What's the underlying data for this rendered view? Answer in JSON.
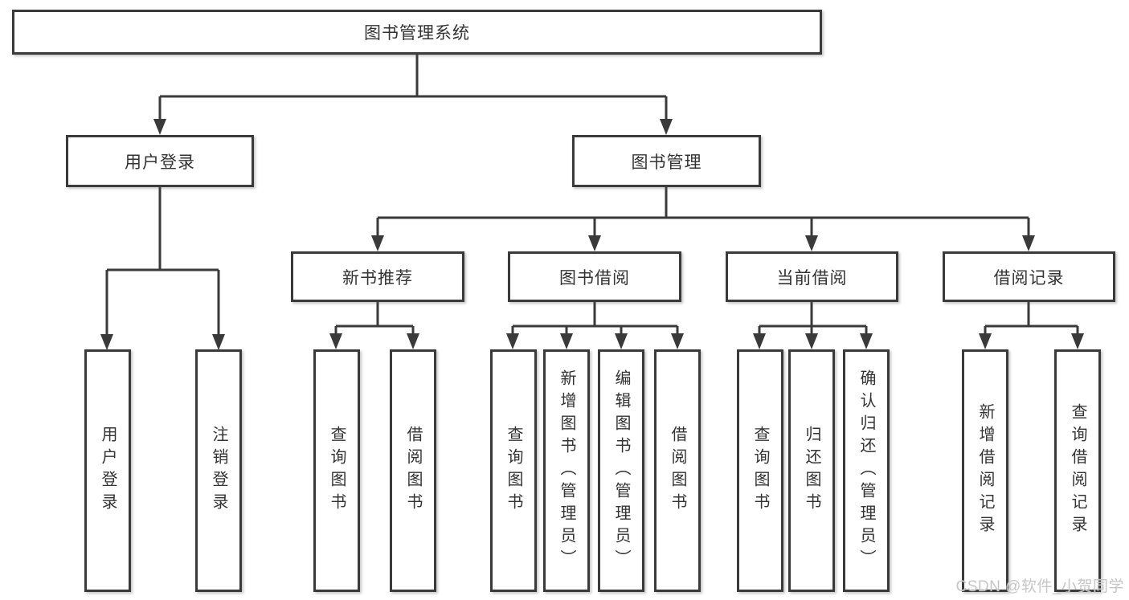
{
  "diagram": {
    "root": "图书管理系统",
    "branches": [
      {
        "label": "用户登录",
        "children": [
          "用户登录",
          "注销登录"
        ]
      },
      {
        "label": "图书管理",
        "sections": [
          {
            "label": "新书推荐",
            "children": [
              "查询图书",
              "借阅图书"
            ]
          },
          {
            "label": "图书借阅",
            "children": [
              "查询图书",
              "新增图书（管理员）",
              "编辑图书（管理员）",
              "借阅图书"
            ]
          },
          {
            "label": "当前借阅",
            "children": [
              "查询图书",
              "归还图书",
              "确认归还（管理员）"
            ]
          },
          {
            "label": "借阅记录",
            "children": [
              "新增借阅记录",
              "查询借阅记录"
            ]
          }
        ]
      }
    ]
  },
  "watermark": "CSDN @软件_小贺同学",
  "colors": {
    "line": "#3a3a3a",
    "box_border": "#3a3a3a",
    "box_fill": "#ffffff",
    "text": "#333333",
    "background": "#ffffff",
    "watermark": "#c6c6c6"
  }
}
